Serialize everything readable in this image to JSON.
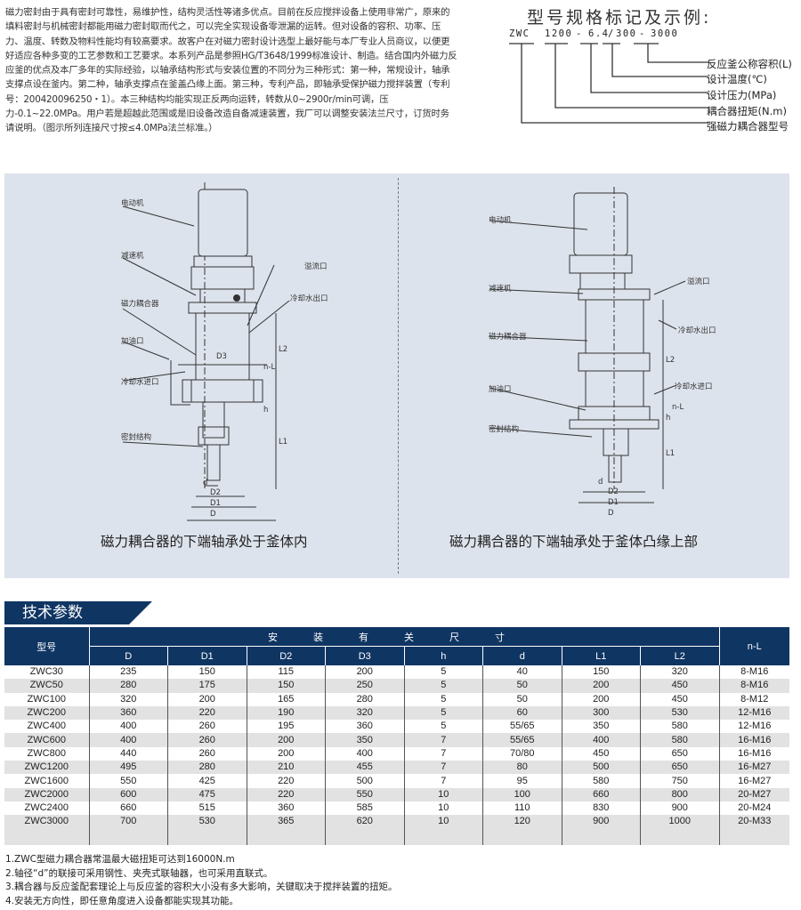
{
  "intro": "磁力密封由于具有密封可靠性，易维护性，结构灵活性等诸多优点。目前在反应搅拌设备上使用非常广，原来的填料密封与机械密封都能用磁力密封取而代之，可以完全实现设备零泄漏的运转。但对设备的容积、功率、压力、温度、转数及物料性能均有较高要求。故客户在对磁力密封设计选型上最好能与本厂专业人员商议，以便更好适应各种多变的工艺参数和工艺要求。本系列产品是参照HG/T3648/1999标准设计、制造。结合国内外磁力反应釜的优点及本厂多年的实际经验，以轴承结构形式与安装位置的不同分为三种形式：第一种，常规设计，轴承支撑点设在釜内。第二种，轴承支撑点在釜盖凸缘上面。第三种，专利产品，即轴承受保护磁力搅拌装置（专利号：200420096250・1）。本三种结构均能实现正反两向运转，转数从0~2900r/min可调，压力-0.1~22.0MPa。用户若是超越此范围或是旧设备改造自备减速装置，我厂可以调整安装法兰尺寸，订货时务请说明。（图示所列连接尺寸按≤4.0MPa法兰标准。）",
  "spec": {
    "title": "型号规格标记及示例:",
    "codes": [
      "ZWC",
      "1200",
      "-",
      "6.4",
      "/",
      "300",
      "-",
      "3000"
    ],
    "labels": [
      "反应釜公称容积(L)",
      "设计温度(℃)",
      "设计压力(MPa)",
      "耦合器扭矩(N.m)",
      "强磁力耦合器型号"
    ]
  },
  "diagrams": {
    "left": {
      "labels": [
        "电动机",
        "减速机",
        "磁力耦合器",
        "加油口",
        "冷却水进口",
        "密封结构",
        "溢流口",
        "冷却水出口"
      ],
      "dims": [
        "D3",
        "n-L",
        "L2",
        "h",
        "L1",
        "d",
        "D2",
        "D1",
        "D"
      ],
      "caption": "磁力耦合器的下端轴承处于釜体内"
    },
    "right": {
      "labels": [
        "电动机",
        "减速机",
        "磁力耦合器",
        "加油口",
        "密封结构",
        "溢流口",
        "冷却水出口",
        "冷却水进口"
      ],
      "dims": [
        "n-L",
        "L2",
        "h",
        "L1",
        "d",
        "D2",
        "D1",
        "D"
      ],
      "caption": "磁力耦合器的下端轴承处于釜体凸缘上部"
    }
  },
  "table": {
    "section_title": "技术参数",
    "model_header": "型号",
    "group_header": "安装有关尺寸",
    "nl_header": "n-L",
    "columns": [
      "D",
      "D1",
      "D2",
      "D3",
      "h",
      "d",
      "L1",
      "L2"
    ],
    "rows": [
      [
        "ZWC30",
        "235",
        "150",
        "115",
        "200",
        "5",
        "40",
        "150",
        "320",
        "8-M16"
      ],
      [
        "ZWC50",
        "280",
        "175",
        "150",
        "250",
        "5",
        "50",
        "200",
        "450",
        "8-M16"
      ],
      [
        "ZWC100",
        "320",
        "200",
        "165",
        "280",
        "5",
        "50",
        "200",
        "450",
        "8-M12"
      ],
      [
        "ZWC200",
        "360",
        "220",
        "190",
        "320",
        "5",
        "60",
        "300",
        "530",
        "12-M16"
      ],
      [
        "ZWC400",
        "400",
        "260",
        "195",
        "360",
        "5",
        "55/65",
        "350",
        "580",
        "12-M16"
      ],
      [
        "ZWC600",
        "400",
        "260",
        "200",
        "350",
        "7",
        "55/65",
        "400",
        "580",
        "16-M16"
      ],
      [
        "ZWC800",
        "440",
        "260",
        "200",
        "400",
        "7",
        "70/80",
        "450",
        "650",
        "16-M16"
      ],
      [
        "ZWC1200",
        "495",
        "280",
        "210",
        "455",
        "7",
        "80",
        "500",
        "650",
        "16-M27"
      ],
      [
        "ZWC1600",
        "550",
        "425",
        "220",
        "500",
        "7",
        "95",
        "580",
        "750",
        "16-M27"
      ],
      [
        "ZWC2000",
        "600",
        "475",
        "220",
        "550",
        "10",
        "100",
        "660",
        "800",
        "20-M27"
      ],
      [
        "ZWC2400",
        "660",
        "515",
        "360",
        "585",
        "10",
        "110",
        "830",
        "900",
        "20-M24"
      ],
      [
        "ZWC3000",
        "700",
        "530",
        "365",
        "620",
        "10",
        "120",
        "900",
        "1000",
        "20-M33"
      ]
    ]
  },
  "notes": [
    "1.ZWC型磁力耦合器常温最大磁扭矩可达到16000N.m",
    "2.轴径“d”的联接可采用钢性、夹壳式联轴器，也可采用直联式。",
    "3.耦合器与反应釜配套理论上与反应釜的容积大小没有多大影响，关键取决于搅拌装置的扭矩。",
    "4.安装无方向性，即任意角度进入设备都能实现其功能。"
  ]
}
